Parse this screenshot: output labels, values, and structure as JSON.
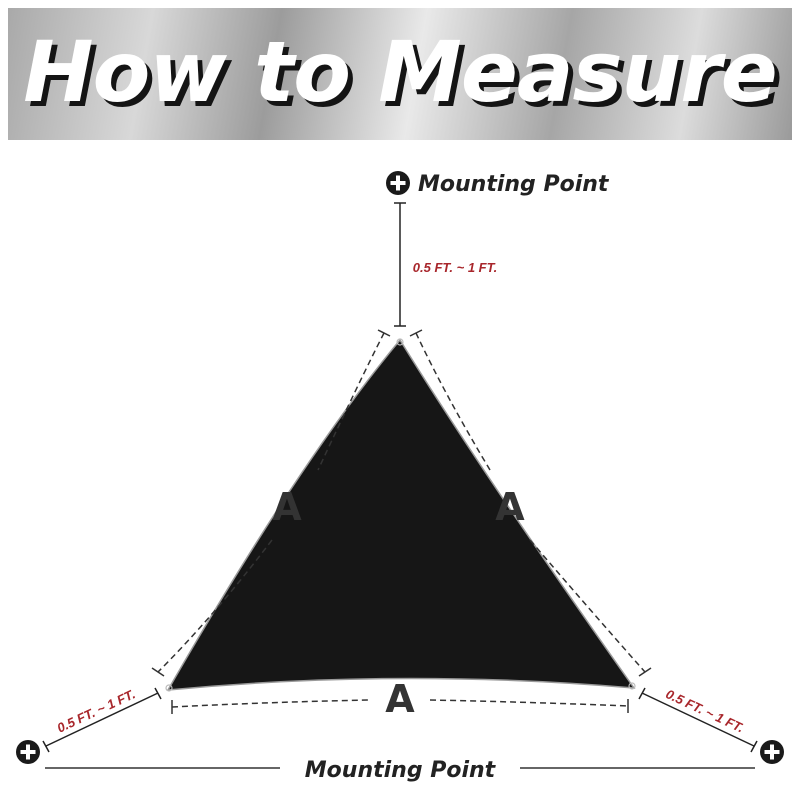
{
  "header": {
    "title": "How to Measure"
  },
  "mounting_point_label": "Mounting Point",
  "gap_label": "0.5 FT. ~ 1 FT.",
  "side_labels": [
    "A",
    "A",
    "A"
  ],
  "icons": {
    "mount": "plus-circle-icon"
  },
  "colors": {
    "shade_fill": "#161616",
    "gap_label": "#a8262b",
    "mount_icon": "#1a1a1a"
  }
}
